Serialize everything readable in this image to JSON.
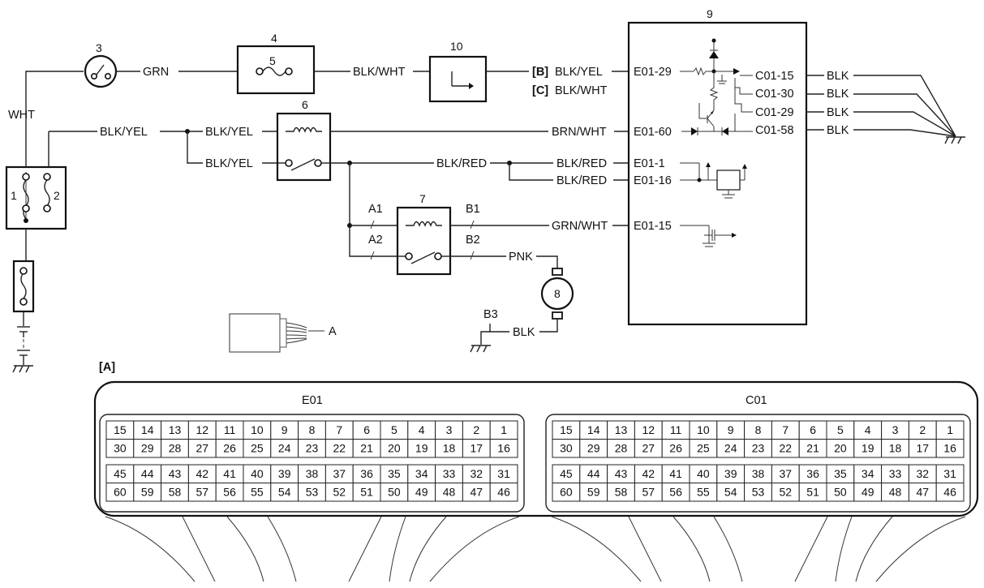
{
  "components": {
    "switch_3": "3",
    "fuse_box_4": "4",
    "fuse_5": "5",
    "relay_6": "6",
    "relay_7": "7",
    "motor_8": "8",
    "module_9": "9",
    "module_10": "10",
    "fuse_pin_1": "1",
    "fuse_pin_2": "2"
  },
  "wires": {
    "grn": "GRN",
    "blk_wht": "BLK/WHT",
    "wht": "WHT",
    "blk_yel_main": "BLK/YEL",
    "blk_yel_relay_top": "BLK/YEL",
    "blk_yel_relay_bottom": "BLK/YEL",
    "brn_wht": "BRN/WHT",
    "blk_red_main": "BLK/RED",
    "blk_red_e01_1": "BLK/RED",
    "blk_red_e01_16": "BLK/RED",
    "grn_wht": "GRN/WHT",
    "pnk": "PNK",
    "blk_motor": "BLK",
    "b_tag": "[B]",
    "b_wire": "BLK/YEL",
    "c_tag": "[C]",
    "c_wire": "BLK/WHT",
    "c01_15_wire": "BLK",
    "c01_30_wire": "BLK",
    "c01_29_wire": "BLK",
    "c01_58_wire": "BLK"
  },
  "relay7_terminals": {
    "a1": "A1",
    "a2": "A2",
    "b1": "B1",
    "b2": "B2"
  },
  "ground_b3": "B3",
  "terminals": {
    "e01_29": "E01-29",
    "e01_60": "E01-60",
    "e01_1": "E01-1",
    "e01_16": "E01-16",
    "e01_15": "E01-15",
    "c01_15": "C01-15",
    "c01_30": "C01-30",
    "c01_29": "C01-29",
    "c01_58": "C01-58"
  },
  "connector_callout": "A",
  "connector_section": {
    "title": "[A]",
    "left_label": "E01",
    "right_label": "C01",
    "rows": [
      [
        "15",
        "14",
        "13",
        "12",
        "11",
        "10",
        "9",
        "8",
        "7",
        "6",
        "5",
        "4",
        "3",
        "2",
        "1"
      ],
      [
        "30",
        "29",
        "28",
        "27",
        "26",
        "25",
        "24",
        "23",
        "22",
        "21",
        "20",
        "19",
        "18",
        "17",
        "16"
      ],
      [
        "45",
        "44",
        "43",
        "42",
        "41",
        "40",
        "39",
        "38",
        "37",
        "36",
        "35",
        "34",
        "33",
        "32",
        "31"
      ],
      [
        "60",
        "59",
        "58",
        "57",
        "56",
        "55",
        "54",
        "53",
        "52",
        "51",
        "50",
        "49",
        "48",
        "47",
        "46"
      ]
    ]
  }
}
